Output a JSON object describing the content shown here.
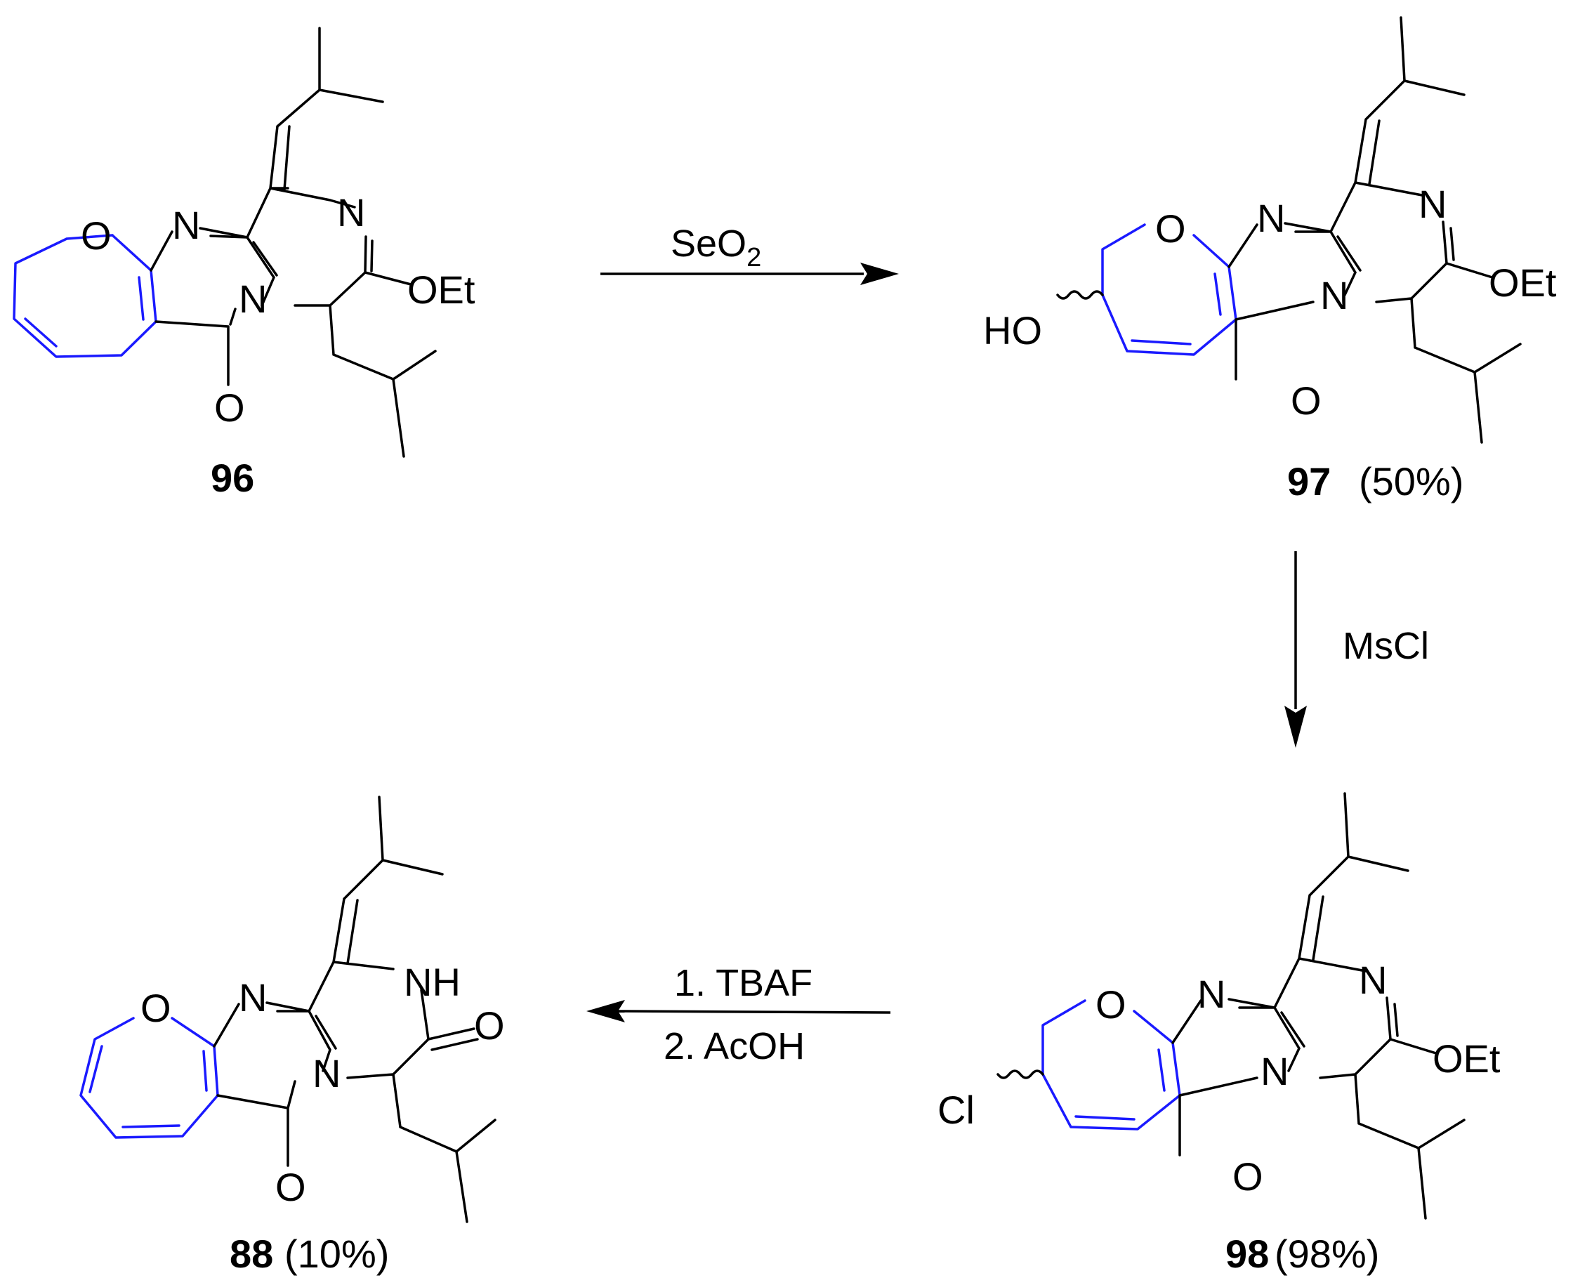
{
  "colors": {
    "bond": "#000000",
    "oxepine_ring": "#1a1aff",
    "background": "#ffffff"
  },
  "atoms": {
    "n": "N",
    "o": "O",
    "oet": "OEt",
    "nh": "NH",
    "ho": "HO",
    "cl": "Cl"
  },
  "compounds": {
    "c96": {
      "number": "96",
      "yield": ""
    },
    "c97": {
      "number": "97",
      "yield": "(50%)"
    },
    "c98": {
      "number": "98",
      "yield": "(98%)"
    },
    "c88": {
      "number": "88",
      "yield": "(10%)"
    }
  },
  "reactions": {
    "r1": {
      "reagent": "SeO",
      "subscript": "2"
    },
    "r2": {
      "reagent": "MsCl"
    },
    "r3": {
      "step1": "1. TBAF",
      "step2": "2. AcOH"
    }
  }
}
